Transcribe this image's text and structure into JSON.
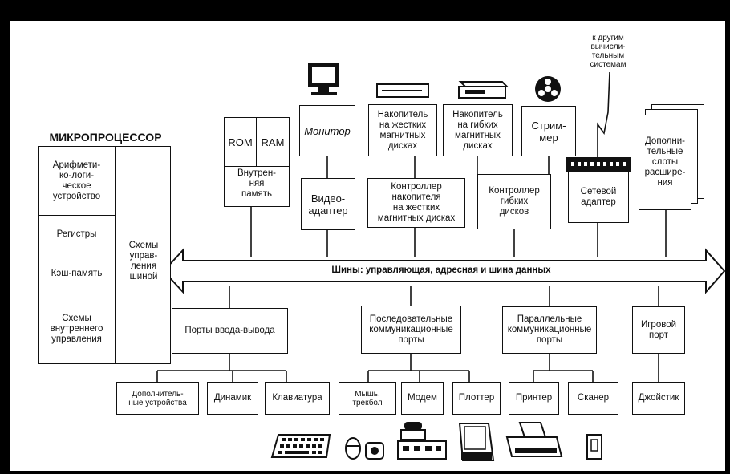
{
  "microprocessor": {
    "title": "МИКРОПРОЦЕССОР",
    "alu": "Арифмети-\nко-логи-\nческое\nустройство",
    "registers": "Регистры",
    "cache": "Кэш-память",
    "internal_control": "Схемы\nвнутреннего\nуправления",
    "bus_control": "Схемы\nуправ-\nления\nшиной"
  },
  "memory": {
    "rom": "ROM",
    "ram": "RAM",
    "label": "Внутрен-\nняя\nпамять"
  },
  "top_devices": {
    "monitor": "Монитор",
    "hdd": "Накопитель\nна жестких\nмагнитных\nдисках",
    "fdd": "Накопитель\nна гибких\nмагнитных\nдисках",
    "streamer": "Стрим-\nмер",
    "other_systems": "к другим\nвычисли-\nтельным\nсистемам",
    "expansion_slots": "Дополни-\nтельные\nслоты\nрасшире-\nния"
  },
  "controllers": {
    "video": "Видео-\nадаптер",
    "hdd_controller": "Контроллер\nнакопителя\nна жестких\nмагнитных дисках",
    "fdd_controller": "Контроллер\nгибких\nдисков",
    "network": "Сетевой\nадаптер"
  },
  "bus": {
    "label": "Шины: управляющая, адресная и шина данных"
  },
  "ports": {
    "io": "Порты ввода-вывода",
    "serial": "Последовательные\nкоммуникационные\nпорты",
    "parallel": "Параллельные\nкоммуникационные\nпорты",
    "game": "Игровой\nпорт"
  },
  "peripherals": {
    "extra": "Дополнитель-\nные устройства",
    "speaker": "Динамик",
    "keyboard": "Клавиатура",
    "mouse": "Мышь,\nтрекбол",
    "modem": "Модем",
    "plotter": "Плоттер",
    "printer": "Принтер",
    "scanner": "Сканер",
    "joystick": "Джойстик"
  }
}
